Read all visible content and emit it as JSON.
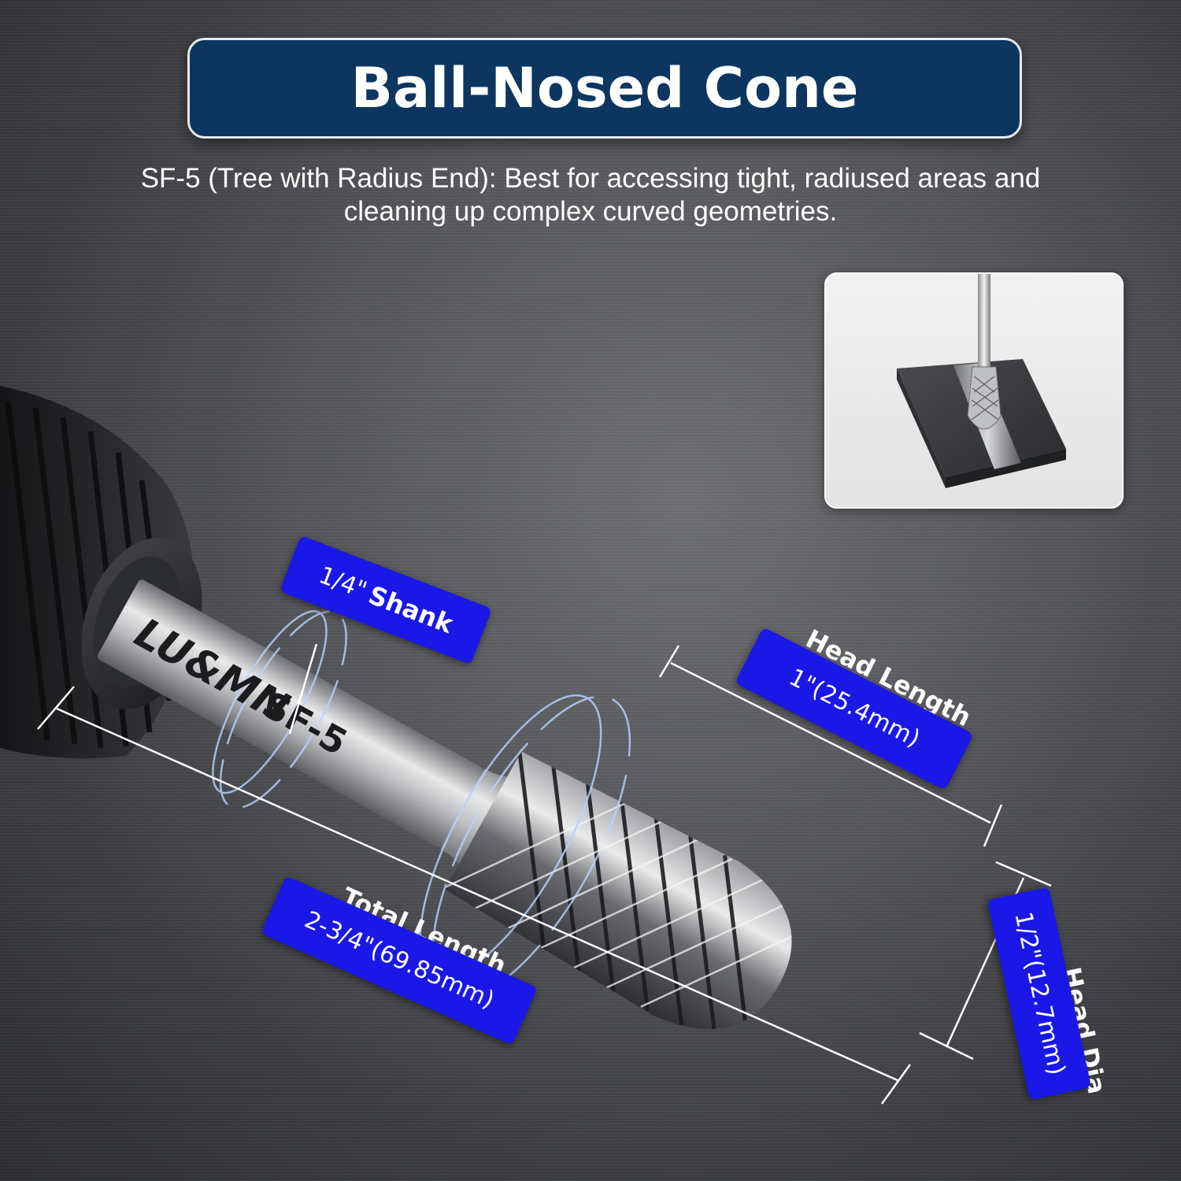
{
  "title": "Ball-Nosed Cone",
  "description_line1": "SF-5 (Tree with Radius End): Best for accessing tight, radiused areas and",
  "description_line2": "cleaning up complex curved geometries.",
  "shank": {
    "value": "1/4\"",
    "label": "Shank"
  },
  "head_length": {
    "label": "Head Length",
    "value": "1\"(25.4mm)"
  },
  "total_length": {
    "label": "Total Length",
    "value": "2-3/4\"(69.85mm)"
  },
  "head_dia": {
    "label": "Head Dia",
    "value": "1/2\"(12.7mm)"
  },
  "product_marking": {
    "brand": "LU&MN",
    "model": "SF-5"
  },
  "colors": {
    "banner": "#0c3660",
    "tag": "#1a18e6",
    "background": "#56575a"
  }
}
